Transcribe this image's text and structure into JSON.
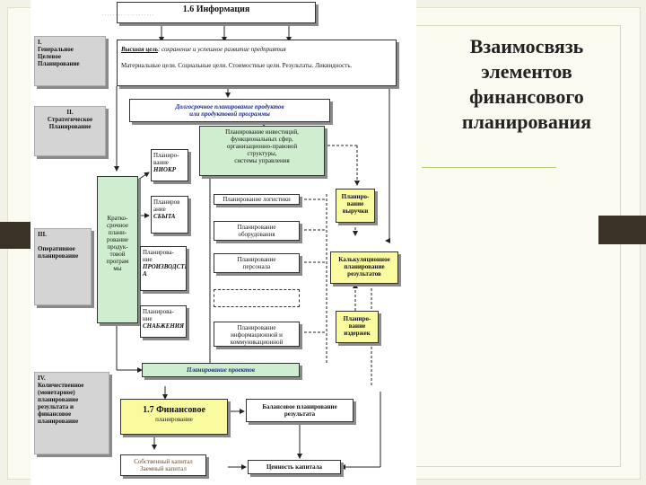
{
  "slide": {
    "title": "Взаимосвязь элементов финансового планирования"
  },
  "diagram": {
    "info_box": "1.6 Информация",
    "info_box_cut_text": "· · · · · · · · · · · · · · · · · · · ·",
    "levels": {
      "l1": "I.\nГенеральное\nЦелевое\nПланирование",
      "l2": "II.\nСтратегическое\nПланирование",
      "l3": "III.\n\nОперативное\nпланирование",
      "l4": "IV.\nКоличественное\n(монетарное)\nпланирование\nрезультата и\nфинансовое\nпланирование"
    },
    "goal": {
      "label": "Высшая цель",
      "text": ": сохранение и успешное развитие предприятия",
      "sub": "Материальные цели. Социальные цели. Стоимостные цели. Результаты. Ликвидность."
    },
    "long_term": "Долгосрочное планирование продуктов\nили продуктовой программы",
    "investment": "Планирование инвестиций,\nфункциональных сфер,\nорганизационно-правовой\nструктуры,\nсистемы управления",
    "short_term": "Кратко-\nсрочное\nплани-\nрование\nпродук-\nтовой\nпрограм\nмы",
    "rd": {
      "line1": "Планиро-\nвание",
      "line2": "НИОКР"
    },
    "sales": {
      "line1": "Планиров\nание",
      "line2": "СБЫТА"
    },
    "production": {
      "line1": "Планирова-\nние",
      "line2": "ПРОИЗВОДСТВ\nА"
    },
    "supply": {
      "line1": "Планирова-\nние",
      "line2": "СНАБЖЕНИЯ"
    },
    "logistics": "Планирование логистики",
    "equipment": "Планирование\nоборудования",
    "personnel": "Планирование\nперсонала",
    "info_comm": "Планирование\nинформационной и\nкоммуникационной",
    "revenue": "Планиро-\nвание\nвыручки",
    "calc": "Калькуляционное\nпланирование\nрезультатов",
    "costs": "Планиро-\nвание\nиздержек",
    "projects": "Планирование проектов",
    "financial": {
      "title": "1.7 Финансовое",
      "sub": "планирование"
    },
    "balance": "Балансовое планирование\nрезультата",
    "capital": "Собственный капитал\nЗаемный капитал",
    "capital_value": "Ценность капитала"
  },
  "colors": {
    "background": "#f3f2e6",
    "accent_bar": "#3b3227",
    "yellow_box": "#fafa9e",
    "green_box": "#cfeecf",
    "level_box": "#d4d4d4"
  }
}
